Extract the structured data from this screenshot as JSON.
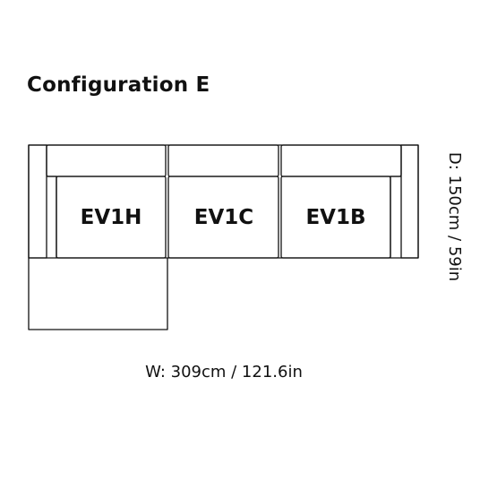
{
  "title": "Configuration E",
  "modules": [
    {
      "id": "ev1h",
      "label": "EV1H"
    },
    {
      "id": "ev1c",
      "label": "EV1C"
    },
    {
      "id": "ev1b",
      "label": "EV1B"
    }
  ],
  "dimensions": {
    "width": "W: 309cm / 121.6in",
    "depth": "D: 150cm / 59in"
  }
}
